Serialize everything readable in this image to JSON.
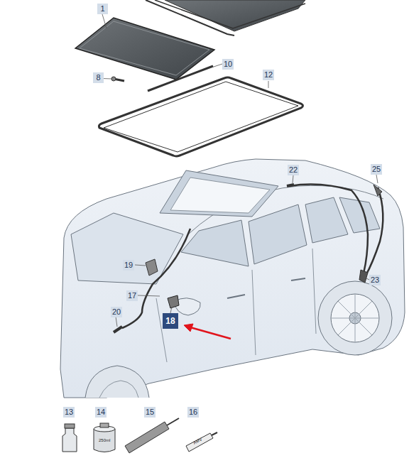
{
  "diagram": {
    "labels": [
      "1",
      "8",
      "10",
      "12",
      "22",
      "25",
      "19",
      "23",
      "17",
      "18",
      "20",
      "13",
      "14",
      "15",
      "16",
      "250ml",
      "AMV"
    ]
  }
}
